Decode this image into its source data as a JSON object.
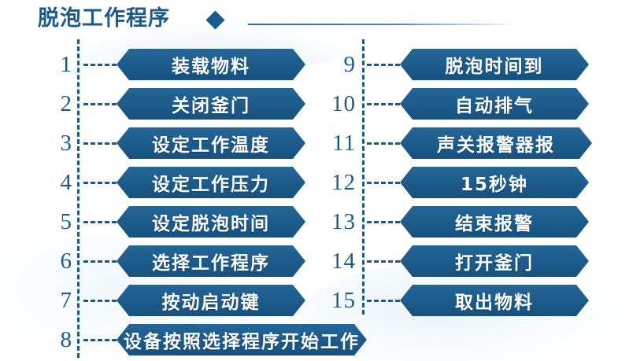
{
  "header": {
    "title": "脱泡工作程序",
    "diamond_icon": "diamond-marker",
    "accent_color": "#1a5a8e"
  },
  "flow": {
    "left_column": [
      {
        "number": "1",
        "label": "装载物料"
      },
      {
        "number": "2",
        "label": "关闭釜门"
      },
      {
        "number": "3",
        "label": "设定工作温度"
      },
      {
        "number": "4",
        "label": "设定工作压力"
      },
      {
        "number": "5",
        "label": "设定脱泡时间"
      },
      {
        "number": "6",
        "label": "选择工作程序"
      },
      {
        "number": "7",
        "label": "按动启动键"
      },
      {
        "number": "8",
        "label": "设备按照选择程序开始工作"
      }
    ],
    "right_column": [
      {
        "number": "9",
        "label": "脱泡时间到"
      },
      {
        "number": "10",
        "label": "自动排气"
      },
      {
        "number": "11",
        "label": "声关报警器报"
      },
      {
        "number": "12",
        "label": "15秒钟"
      },
      {
        "number": "13",
        "label": "结束报警"
      },
      {
        "number": "14",
        "label": "打开釜门"
      },
      {
        "number": "15",
        "label": "取出物料"
      }
    ]
  },
  "colors": {
    "badge_fill": "#1d5c8d",
    "badge_text": "#ffffff",
    "number_text": "#1a5a8e",
    "dash_line": "#1a5a8e",
    "background": "#ffffff"
  }
}
